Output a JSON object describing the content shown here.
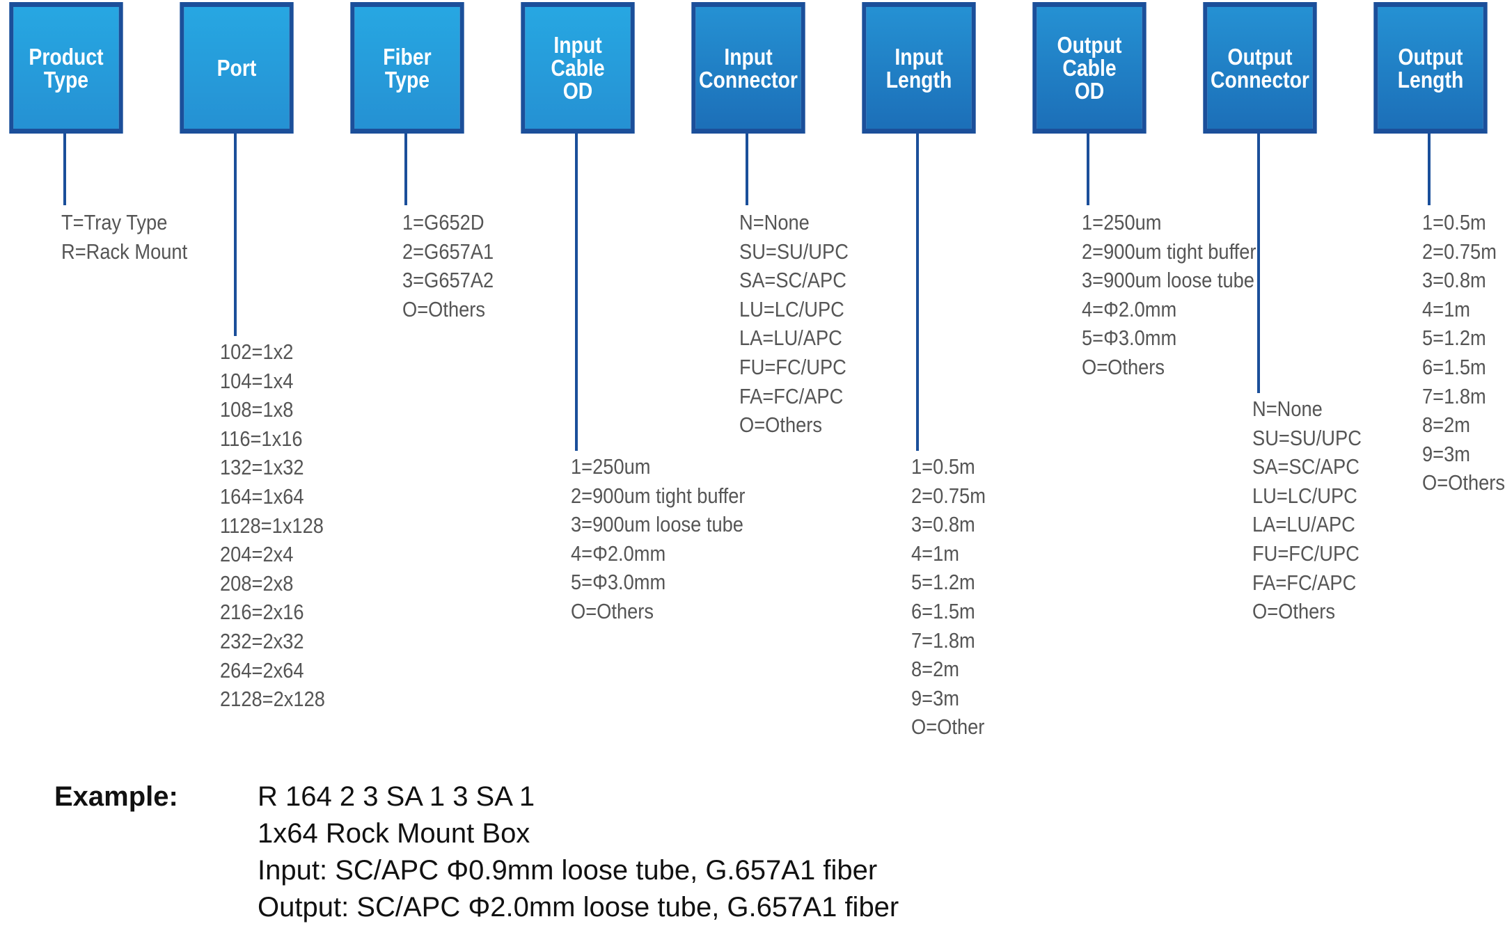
{
  "colors": {
    "box_border": "#1b4f9a",
    "line": "#1b4f9a",
    "option_text": "#555555",
    "box_gradient": [
      "#27a7e2",
      "#2591d3",
      "#1c6fb8"
    ]
  },
  "columns": [
    {
      "title": "Product\nType",
      "options": [
        "T=Tray Type",
        "R=Rack Mount"
      ]
    },
    {
      "title": "Port",
      "options": [
        "102=1x2",
        "104=1x4",
        "108=1x8",
        "116=1x16",
        "132=1x32",
        "164=1x64",
        "1128=1x128",
        "204=2x4",
        "208=2x8",
        "216=2x16",
        "232=2x32",
        "264=2x64",
        "2128=2x128"
      ]
    },
    {
      "title": "Fiber\nType",
      "options": [
        "1=G652D",
        "2=G657A1",
        "3=G657A2",
        "O=Others"
      ]
    },
    {
      "title": "Input\nCable\nOD",
      "options": [
        "1=250um",
        "2=900um tight buffer",
        "3=900um loose tube",
        "4=Φ2.0mm",
        "5=Φ3.0mm",
        "O=Others"
      ]
    },
    {
      "title": "Input\nConnector",
      "options": [
        "N=None",
        "SU=SU/UPC",
        "SA=SC/APC",
        "LU=LC/UPC",
        "LA=LU/APC",
        "FU=FC/UPC",
        "FA=FC/APC",
        "O=Others"
      ]
    },
    {
      "title": "Input\nLength",
      "options": [
        "1=0.5m",
        "2=0.75m",
        "3=0.8m",
        "4=1m",
        "5=1.2m",
        "6=1.5m",
        "7=1.8m",
        "8=2m",
        "9=3m",
        "O=Other"
      ]
    },
    {
      "title": "Output\nCable\nOD",
      "options": [
        "1=250um",
        "2=900um tight buffer",
        "3=900um loose tube",
        "4=Φ2.0mm",
        "5=Φ3.0mm",
        "O=Others"
      ]
    },
    {
      "title": "Output\nConnector",
      "options": [
        "N=None",
        "SU=SU/UPC",
        "SA=SC/APC",
        "LU=LC/UPC",
        "LA=LU/APC",
        "FU=FC/UPC",
        "FA=FC/APC",
        "O=Others"
      ]
    },
    {
      "title": "Output\nLength",
      "options": [
        "1=0.5m",
        "2=0.75m",
        "3=0.8m",
        "4=1m",
        "5=1.2m",
        "6=1.5m",
        "7=1.8m",
        "8=2m",
        "9=3m",
        "O=Others"
      ]
    }
  ],
  "example": {
    "label": "Example:",
    "lines": [
      "R 164 2 3 SA 1 3 SA 1",
      "1x64 Rock Mount Box",
      "Input: SC/APC Φ0.9mm loose tube, G.657A1 fiber",
      "Output: SC/APC Φ2.0mm loose tube, G.657A1 fiber"
    ]
  }
}
